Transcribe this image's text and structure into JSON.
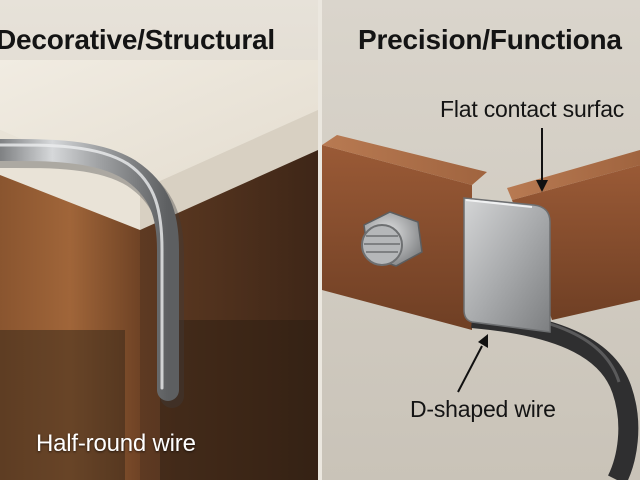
{
  "left": {
    "title": "Decorative/Structural",
    "caption": "Half-round wire"
  },
  "right": {
    "title": "Precision/Functiona",
    "callout_top": "Flat contact surfac",
    "callout_bottom": "D-shaped wire"
  },
  "colors": {
    "wood_brown": "#7a4a2c",
    "counter_cream": "#ece6da",
    "steel": "#a7a9ab",
    "dark_wire": "#3b3b3b",
    "background": "#d9d4cb"
  }
}
